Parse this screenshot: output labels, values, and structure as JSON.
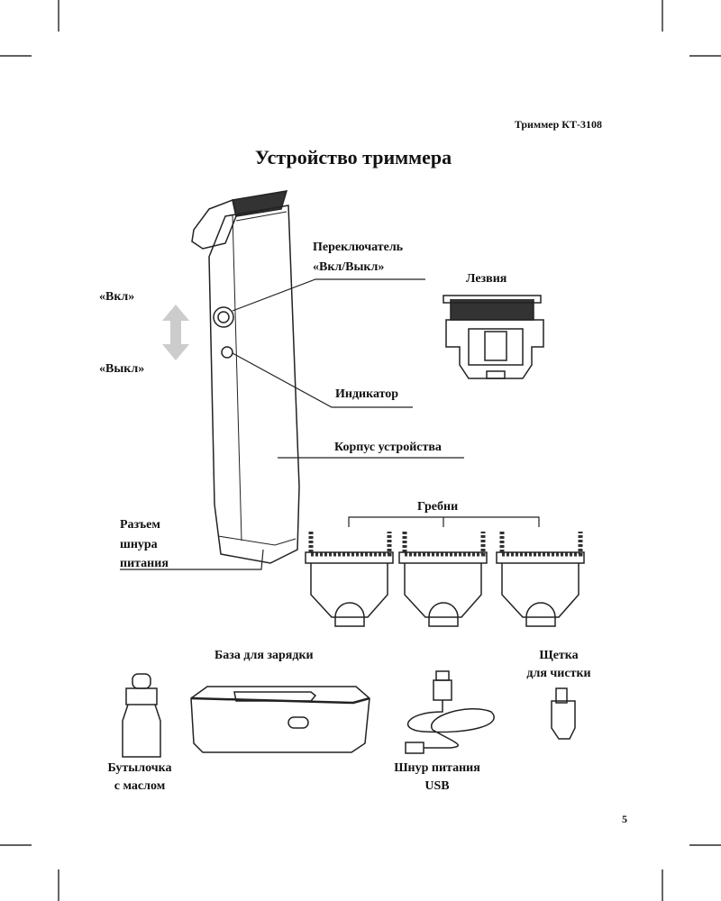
{
  "header": {
    "running_title": "Триммер КТ-3108"
  },
  "title": "Устройство триммера",
  "labels": {
    "switch_line1": "Переключатель",
    "switch_line2": "«Вкл/Выкл»",
    "on": "«Вкл»",
    "off": "«Выкл»",
    "blades": "Лезвия",
    "indicator": "Индикатор",
    "body": "Корпус устройства",
    "combs": "Гребни",
    "connector_line1": "Разъем",
    "connector_line2": "шнура",
    "connector_line3": "питания",
    "charging_base": "База для зарядки",
    "brush_line1": "Щетка",
    "brush_line2": "для чистки",
    "oil_line1": "Бутылочка",
    "oil_line2": "с маслом",
    "cable_line1": "Шнур питания",
    "cable_line2": "USB"
  },
  "page_number": "5"
}
